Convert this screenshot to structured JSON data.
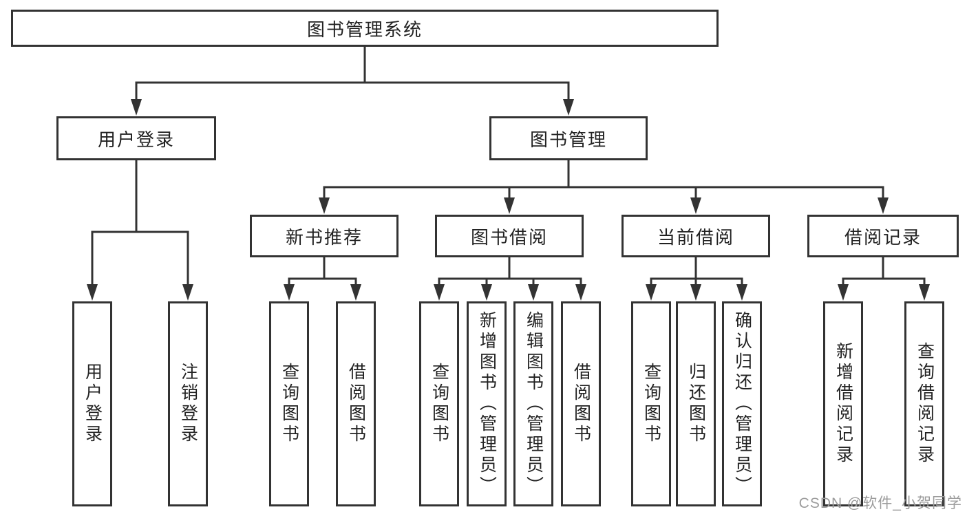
{
  "nodes": {
    "root": "图书管理系统",
    "user_login": "用户登录",
    "book_mgmt": "图书管理",
    "new_book_rec": "新书推荐",
    "book_borrow": "图书借阅",
    "current_borrow": "当前借阅",
    "borrow_records": "借阅记录",
    "leaf_user_login": "用户登录",
    "leaf_logout": "注销登录",
    "leaf_nb_query": "查询图书",
    "leaf_nb_borrow": "借阅图书",
    "leaf_bw_query": "查询图书",
    "leaf_bw_add": "新增图书（管理员）",
    "leaf_bw_edit": "编辑图书（管理员）",
    "leaf_bw_borrow": "借阅图书",
    "leaf_cur_query": "查询图书",
    "leaf_cur_return": "归还图书",
    "leaf_cur_confirm": "确认归还（管理员）",
    "leaf_rec_add": "新增借阅记录",
    "leaf_rec_query": "查询借阅记录"
  },
  "tree": {
    "root": "图书管理系统",
    "branches": [
      {
        "label": "用户登录",
        "children": [
          "用户登录",
          "注销登录"
        ]
      },
      {
        "label": "图书管理",
        "children": [
          {
            "label": "新书推荐",
            "children": [
              "查询图书",
              "借阅图书"
            ]
          },
          {
            "label": "图书借阅",
            "children": [
              "查询图书",
              "新增图书（管理员）",
              "编辑图书（管理员）",
              "借阅图书"
            ]
          },
          {
            "label": "当前借阅",
            "children": [
              "查询图书",
              "归还图书",
              "确认归还（管理员）"
            ]
          },
          {
            "label": "借阅记录",
            "children": [
              "新增借阅记录",
              "查询借阅记录"
            ]
          }
        ]
      }
    ]
  },
  "watermark": {
    "text": "CSDN @软件_小贺同学"
  },
  "colors": {
    "line": "#333333",
    "box_border": "#333333",
    "text": "#222222",
    "background": "#ffffff",
    "watermark_text": "#9c9c9c"
  }
}
